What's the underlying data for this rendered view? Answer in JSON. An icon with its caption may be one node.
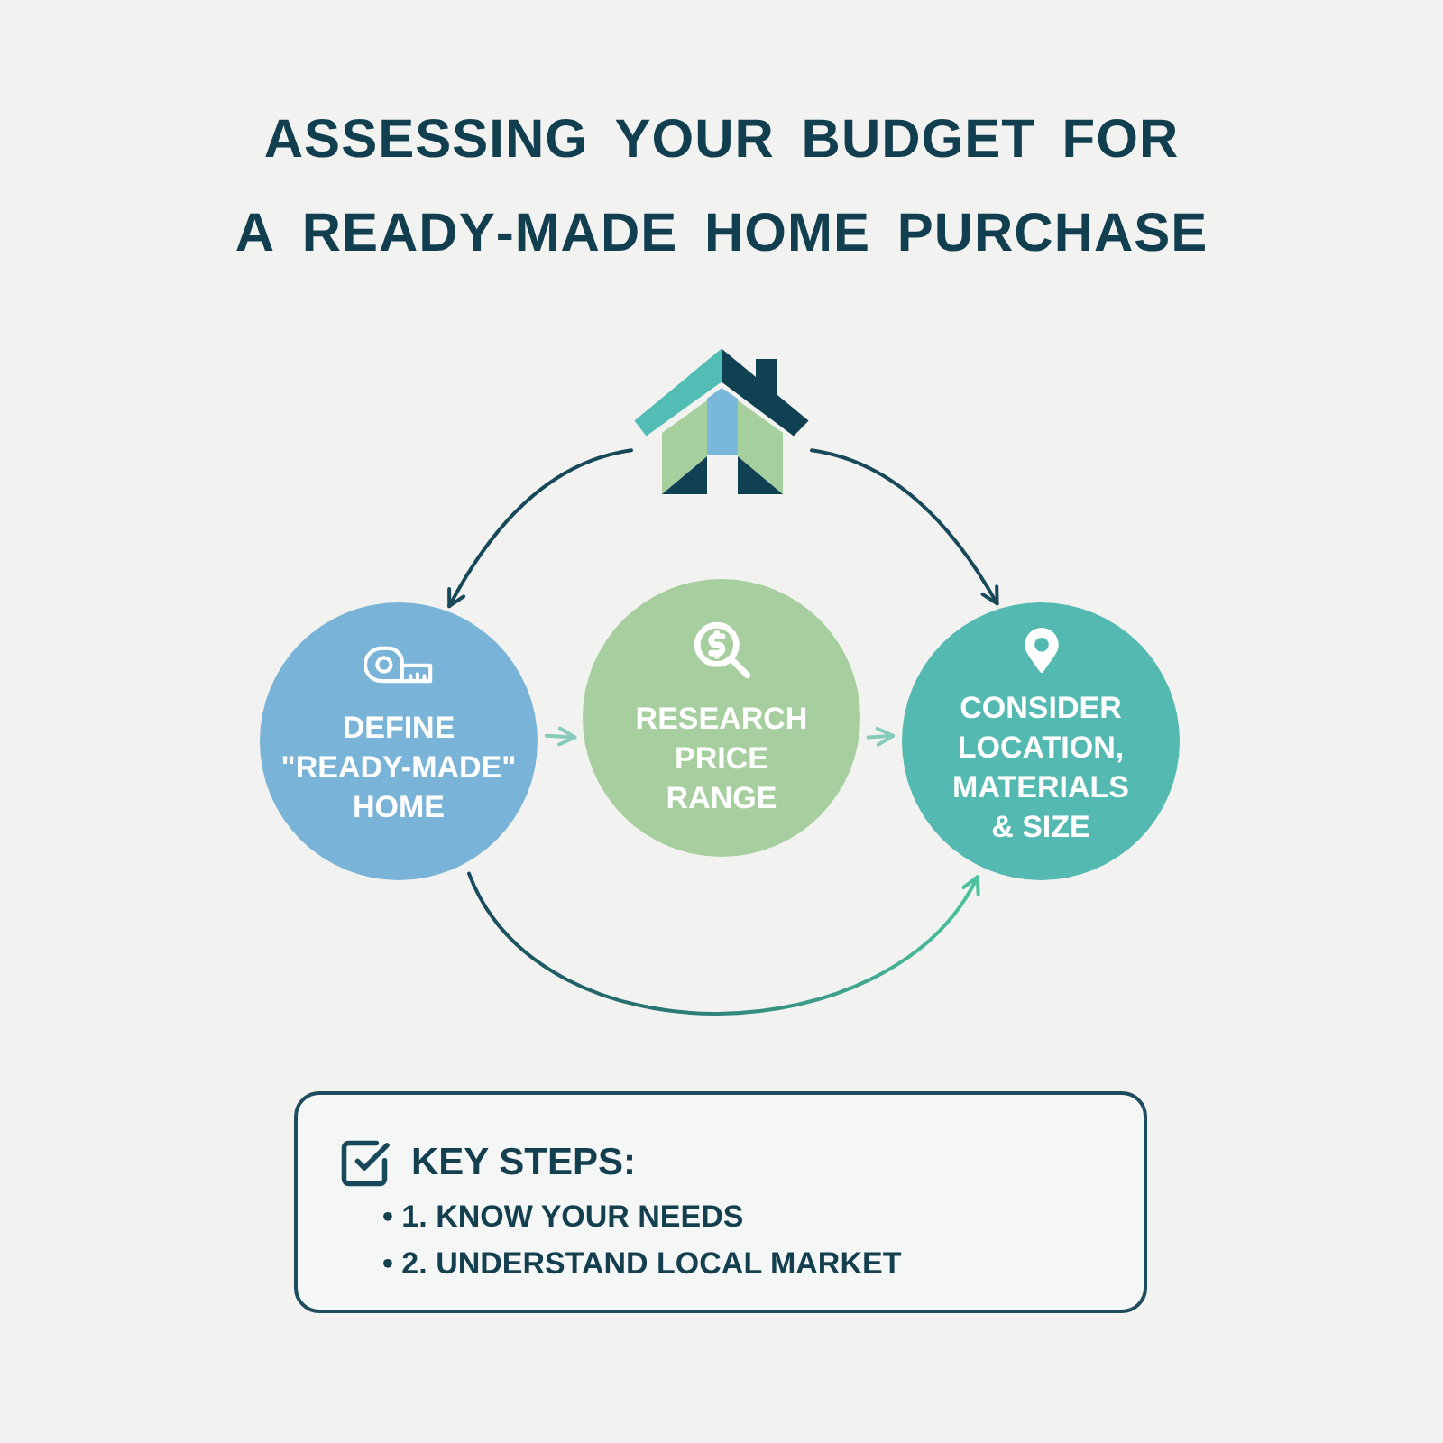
{
  "diagram": {
    "title": "ASSESSING YOUR BUDGET FOR A READY-MADE HOME PURCHASE",
    "nodes": [
      {
        "text": [],
        "shape": "picture"
      },
      {
        "text": [
          "DEFINE \"READY-MADE\" HOME"
        ]
      },
      {
        "text": [
          "RESEARCH PRICE RANGE"
        ]
      },
      {
        "text": [
          "CONSIDER LOCATION, MATERIALS & SIZE"
        ]
      },
      {
        "text": [
          "KEY STEPS:",
          "• 1. KNOW YOUR NEEDS",
          "• 2. UNDERSTAND LOCAL MARKET"
        ]
      }
    ],
    "edges": [
      {
        "from": 0,
        "to": 1,
        "arrow": "to"
      },
      {
        "from": 0,
        "to": 3,
        "arrow": "to"
      },
      {
        "from": 1,
        "to": 2,
        "arrow": "to",
        "color": "#86cbbb"
      },
      {
        "from": 2,
        "to": 3,
        "arrow": "to",
        "color": "#86cbbb"
      },
      {
        "from": 1,
        "to": 3,
        "arrow": "to",
        "color": "#4cc39f"
      }
    ]
  }
}
